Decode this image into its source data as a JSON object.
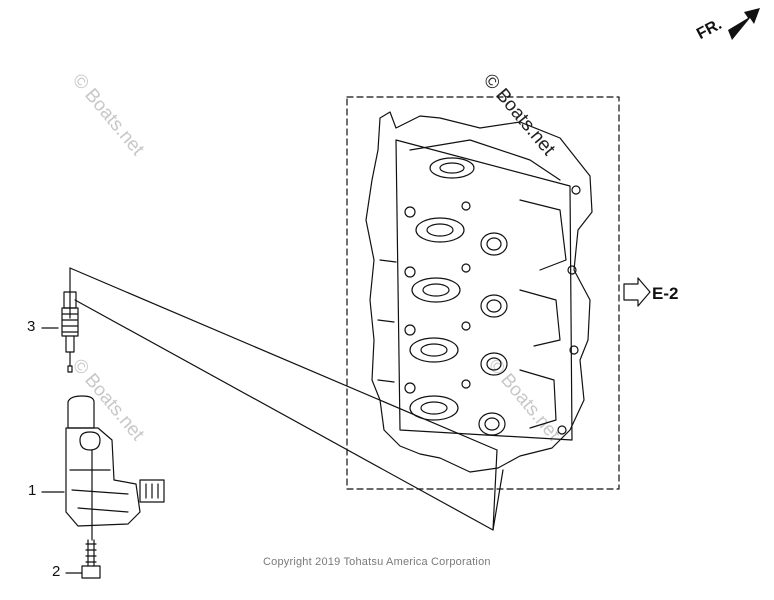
{
  "diagram": {
    "callouts": [
      {
        "id": "1",
        "label": "1"
      },
      {
        "id": "2",
        "label": "2"
      },
      {
        "id": "3",
        "label": "3"
      }
    ],
    "reference_label": "E-2",
    "direction_label": "FR.",
    "watermark": "© Boats.net",
    "copyright": "Copyright 2019 Tohatsu America Corporation"
  }
}
